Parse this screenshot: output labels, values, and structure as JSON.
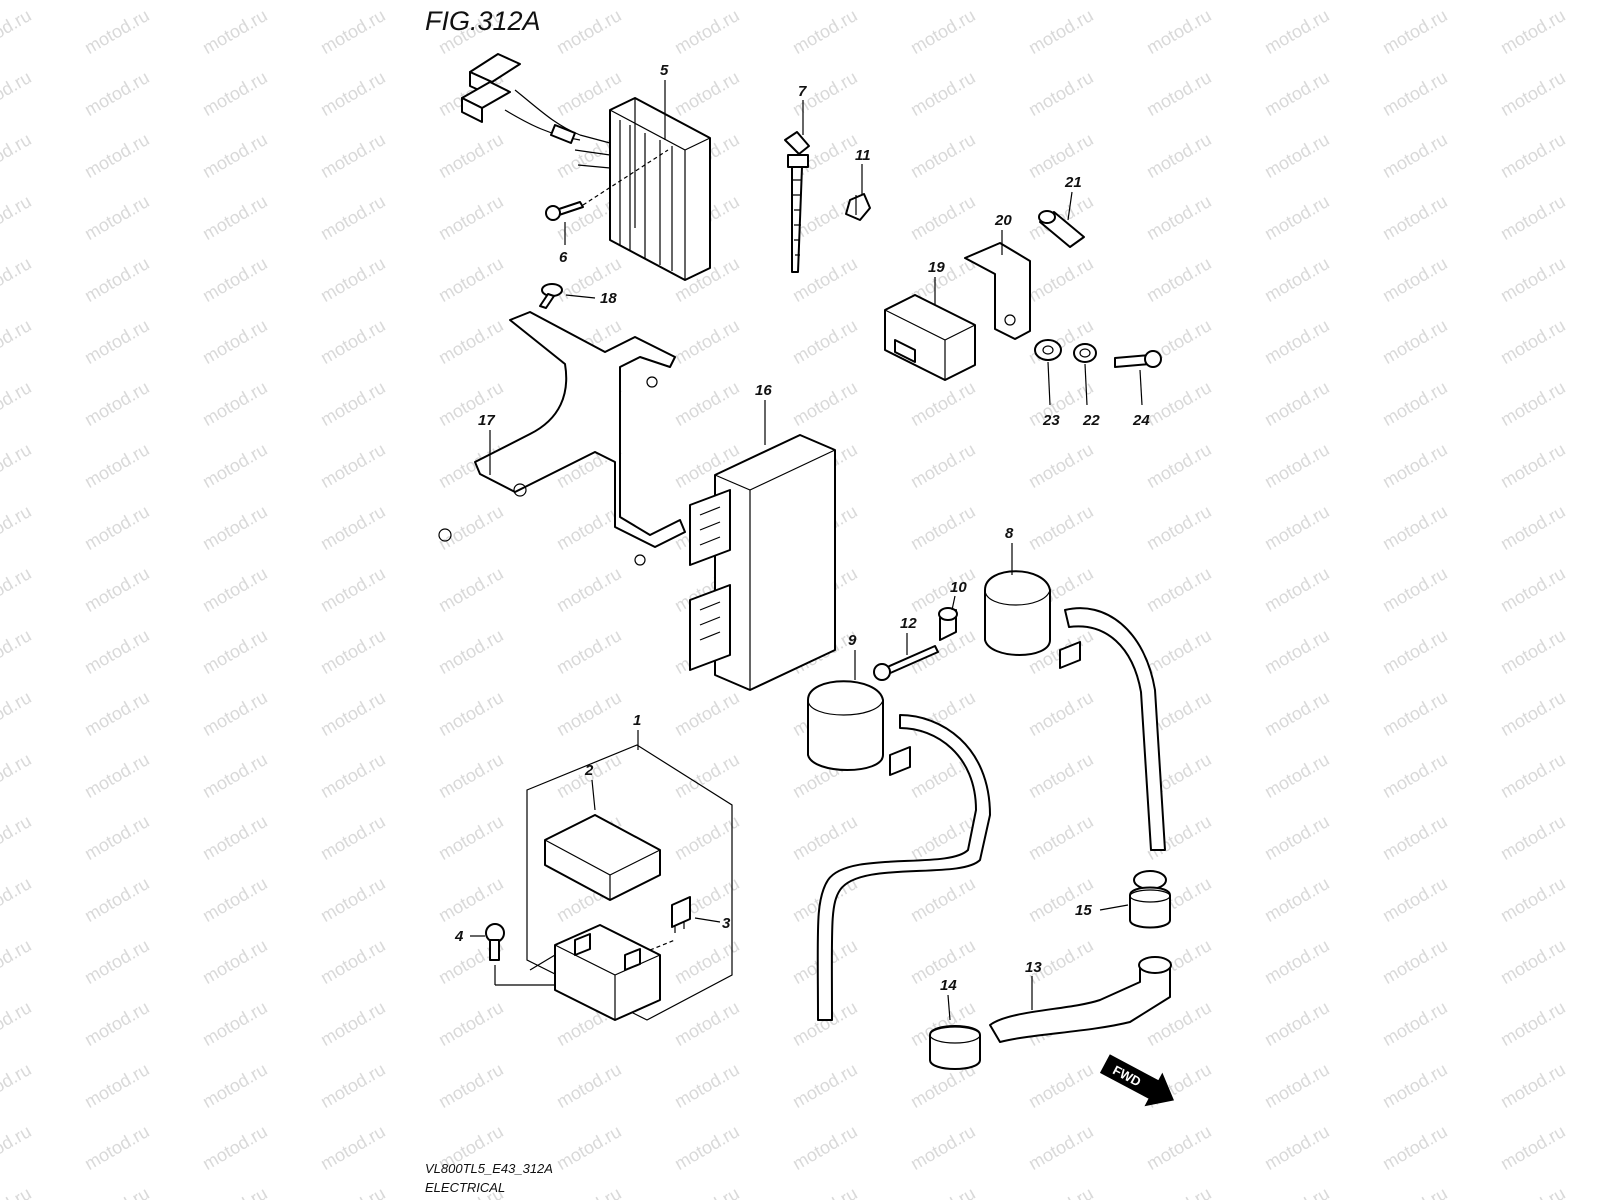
{
  "figure": {
    "title": "FIG.312A",
    "model_code": "VL800TL5_E43_312A",
    "section": "ELECTRICAL",
    "watermark": "motod.ru",
    "fwd_label": "FWD"
  },
  "callouts": [
    "1",
    "2",
    "3",
    "4",
    "5",
    "6",
    "7",
    "8",
    "9",
    "10",
    "11",
    "12",
    "13",
    "14",
    "15",
    "16",
    "17",
    "18",
    "19",
    "20",
    "21",
    "22",
    "23",
    "24"
  ],
  "icons": [
    "regulator-rectifier-icon",
    "ecm-unit-icon",
    "ignition-coil-icon",
    "bracket-icon",
    "relay-icon",
    "fuse-icon",
    "bolt-icon",
    "cable-tie-icon",
    "fwd-arrow-icon"
  ]
}
